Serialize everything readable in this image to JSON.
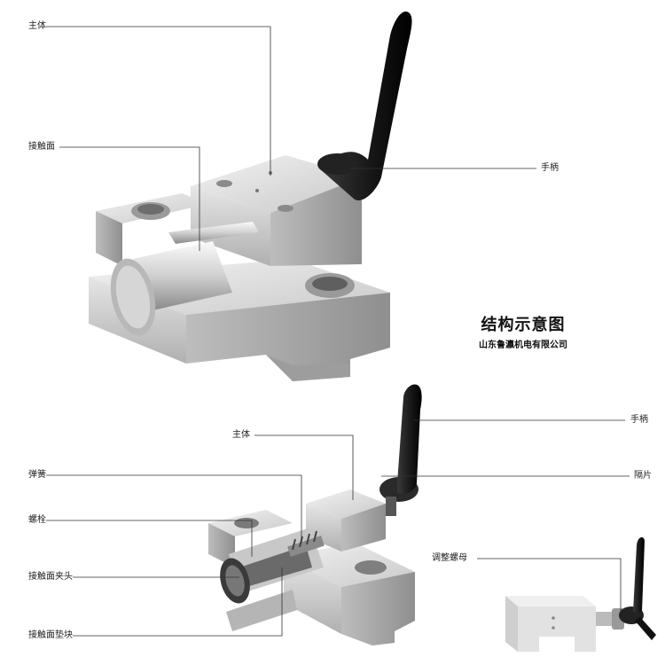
{
  "labels": {
    "top_body": "主体",
    "top_contact_face": "接触面",
    "top_handle": "手柄",
    "bot_handle": "手柄",
    "bot_body": "主体",
    "bot_spacer": "隔片",
    "bot_spring": "弹簧",
    "bot_bolt": "螺栓",
    "bot_contact_clamp": "接触面夹头",
    "bot_contact_pad": "接触面垫块",
    "adjust_nut": "调整螺母"
  },
  "title": "结构示意图",
  "company": "山东鲁瀛机电有限公司"
}
